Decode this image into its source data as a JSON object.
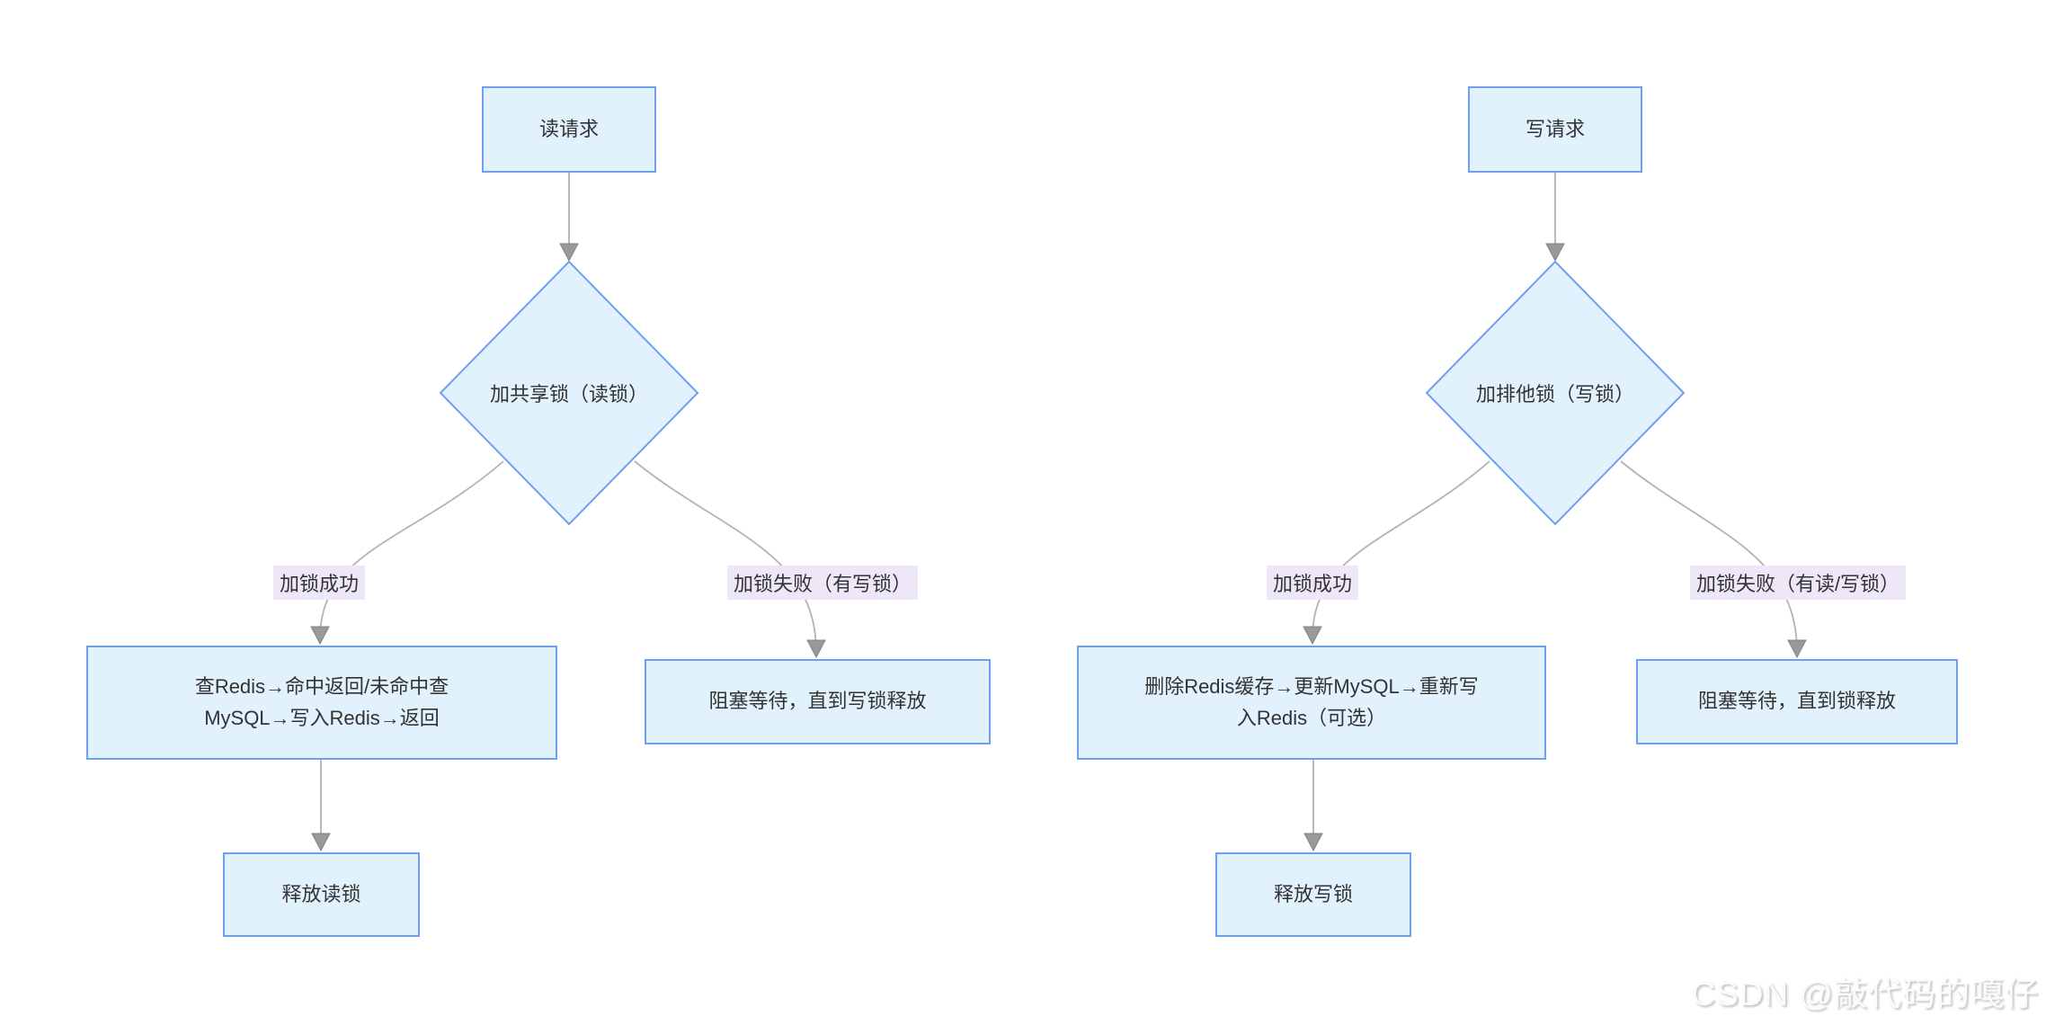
{
  "colors": {
    "node_fill": "#e1f2fc",
    "node_border": "#6f9ff0",
    "edge_line": "#b3b3b3",
    "arrow_head": "#999999",
    "edge_label_bg": "#ede7f8",
    "text": "#333333",
    "background": "#ffffff"
  },
  "left_flow": {
    "start_label": "读请求",
    "decision_label": "加共享锁（读锁）",
    "branch_success_label": "加锁成功",
    "branch_fail_label": "加锁失败（有写锁）",
    "process_label": "查Redis→命中返回/未命中查\nMySQL→写入Redis→返回",
    "wait_label": "阻塞等待，直到写锁释放",
    "release_label": "释放读锁"
  },
  "right_flow": {
    "start_label": "写请求",
    "decision_label": "加排他锁（写锁）",
    "branch_success_label": "加锁成功",
    "branch_fail_label": "加锁失败（有读/写锁）",
    "process_label": "删除Redis缓存→更新MySQL→重新写\n入Redis（可选）",
    "wait_label": "阻塞等待，直到锁释放",
    "release_label": "释放写锁"
  },
  "watermark": {
    "text": "CSDN @敲代码的嘎仔"
  }
}
